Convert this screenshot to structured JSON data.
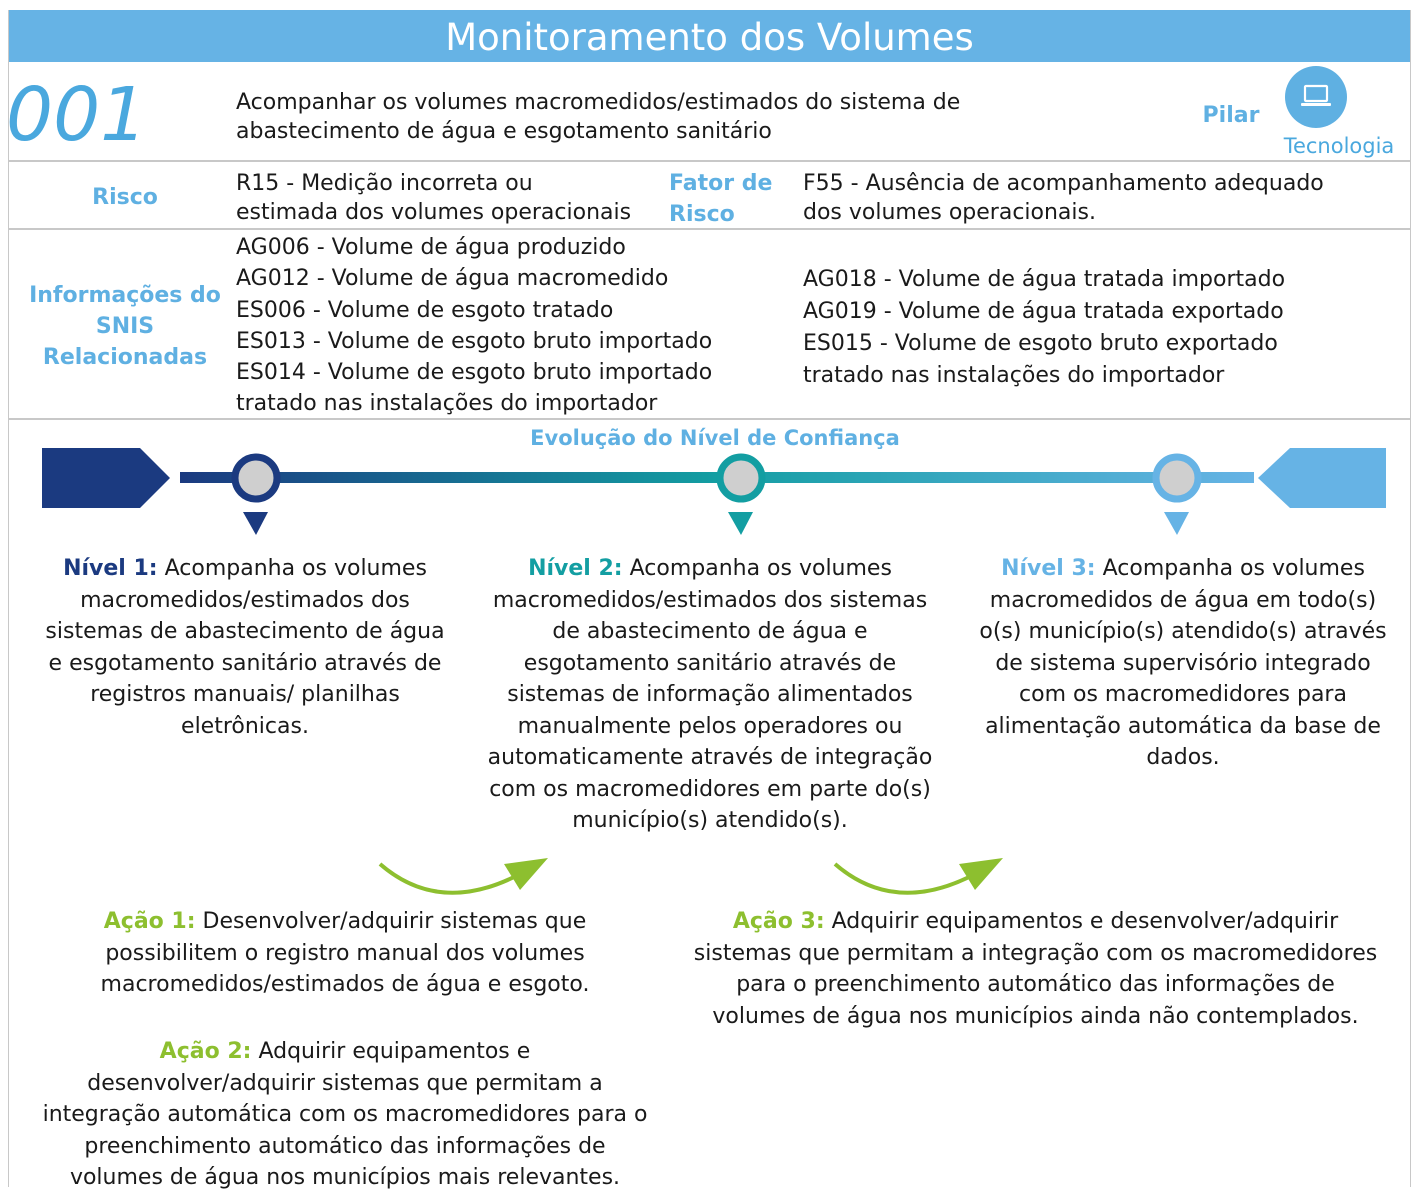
{
  "header": {
    "title": "Monitoramento dos Volumes"
  },
  "indicator": {
    "code": "001",
    "description_lines": [
      "Acompanhar os volumes macromedidos/estimados do sistema de",
      "abastecimento de água e esgotamento sanitário"
    ],
    "pilar_label": "Pilar",
    "pilar_value": "Tecnologia",
    "pilar_icon": "laptop-icon"
  },
  "risk": {
    "label": "Risco",
    "lines": [
      "R15 - Medição incorreta ou",
      "estimada dos volumes operacionais"
    ],
    "factor_label_lines": [
      "Fator de",
      "Risco"
    ],
    "factor_lines": [
      "F55 - Ausência de acompanhamento adequado",
      "dos volumes operacionais."
    ]
  },
  "snis": {
    "label_lines": [
      "Informações do",
      "SNIS",
      "Relacionadas"
    ],
    "left_lines": [
      "AG006 -  Volume de água produzido",
      "AG012 -  Volume de água macromedido",
      "ES006 - Volume de esgoto tratado",
      "ES013 - Volume de esgoto bruto importado",
      "ES014 - Volume de esgoto bruto importado",
      "tratado nas instalações do importador"
    ],
    "right_lines": [
      "AG018 - Volume de água tratada importado",
      "AG019 -  Volume de água tratada exportado",
      "ES015 - Volume de esgoto bruto exportado",
      "tratado nas instalações do importador"
    ]
  },
  "confidence": {
    "title": "Evolução do Nível de Confiança",
    "colors": {
      "level1": "#1b3a80",
      "level2": "#139ea2",
      "level3": "#66b3e5",
      "action": "#8dbf2f"
    },
    "levels": [
      {
        "label": "Nível 1:",
        "first": "Acompanha os volumes",
        "lines": [
          "macromedidos/estimados dos",
          "sistemas de abastecimento de água",
          "e esgotamento sanitário através de",
          "registros manuais/ planilhas",
          "eletrônicas."
        ]
      },
      {
        "label": "Nível 2:",
        "first": "Acompanha os volumes",
        "lines": [
          "macromedidos/estimados dos sistemas",
          "de abastecimento de água e",
          "esgotamento sanitário através de",
          "sistemas de informação alimentados",
          "manualmente pelos operadores ou",
          "automaticamente através de integração",
          "com os macromedidores em parte do(s)",
          "município(s) atendido(s)."
        ]
      },
      {
        "label": "Nível 3:",
        "first": "Acompanha os volumes",
        "lines": [
          "macromedidos de água em todo(s)",
          "o(s) município(s) atendido(s) através",
          "de sistema supervisório integrado",
          "com os macromedidores para",
          "alimentação automática da base de",
          "dados."
        ]
      }
    ],
    "actions": [
      {
        "label": "Ação 1:",
        "first": "Desenvolver/adquirir sistemas que",
        "lines": [
          "possibilitem o registro manual dos volumes",
          "macromedidos/estimados de água e esgoto."
        ]
      },
      {
        "label": "Ação 2:",
        "first": "Adquirir equipamentos e",
        "lines": [
          "desenvolver/adquirir sistemas que permitam a",
          "integração automática com os macromedidores para o",
          "preenchimento automático das informações de",
          "volumes de água nos municípios mais relevantes."
        ]
      },
      {
        "label": "Ação 3:",
        "first": "Adquirir equipamentos e desenvolver/adquirir",
        "lines": [
          "sistemas que permitam a integração com os macromedidores",
          "para o preenchimento automático das informações de",
          "volumes de água nos municípios ainda não contemplados."
        ]
      }
    ]
  }
}
